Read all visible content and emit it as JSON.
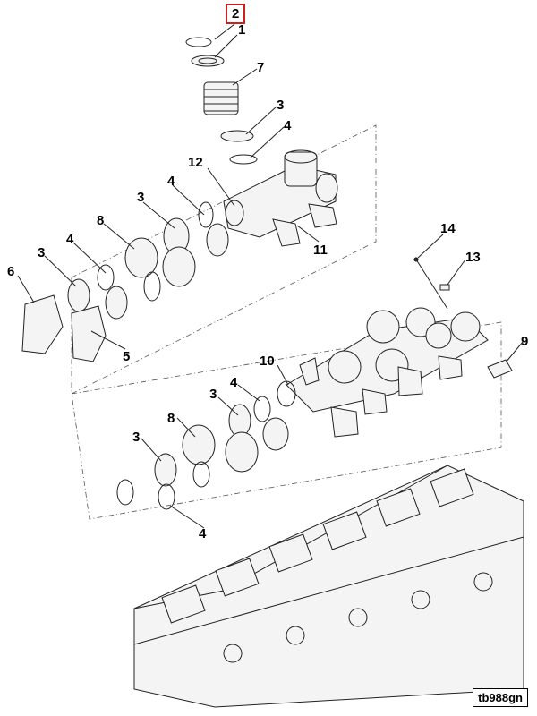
{
  "diagram": {
    "selected_callout": "2",
    "drawing_id": "tb988gn",
    "callouts": [
      {
        "id": "c-2",
        "label": "2"
      },
      {
        "id": "c-1",
        "label": "1"
      },
      {
        "id": "c-7",
        "label": "7"
      },
      {
        "id": "c-3a",
        "label": "3"
      },
      {
        "id": "c-4a",
        "label": "4"
      },
      {
        "id": "c-12",
        "label": "12"
      },
      {
        "id": "c-4b",
        "label": "4"
      },
      {
        "id": "c-3b",
        "label": "3"
      },
      {
        "id": "c-8a",
        "label": "8"
      },
      {
        "id": "c-3c",
        "label": "3"
      },
      {
        "id": "c-4c",
        "label": "4"
      },
      {
        "id": "c-6",
        "label": "6"
      },
      {
        "id": "c-11",
        "label": "11"
      },
      {
        "id": "c-5",
        "label": "5"
      },
      {
        "id": "c-14",
        "label": "14"
      },
      {
        "id": "c-13",
        "label": "13"
      },
      {
        "id": "c-9",
        "label": "9"
      },
      {
        "id": "c-10",
        "label": "10"
      },
      {
        "id": "c-3d",
        "label": "3"
      },
      {
        "id": "c-4d",
        "label": "4"
      },
      {
        "id": "c-8b",
        "label": "8"
      },
      {
        "id": "c-3e",
        "label": "3"
      },
      {
        "id": "c-4e",
        "label": "4"
      }
    ],
    "highlight_color": "#cc1f1f"
  }
}
